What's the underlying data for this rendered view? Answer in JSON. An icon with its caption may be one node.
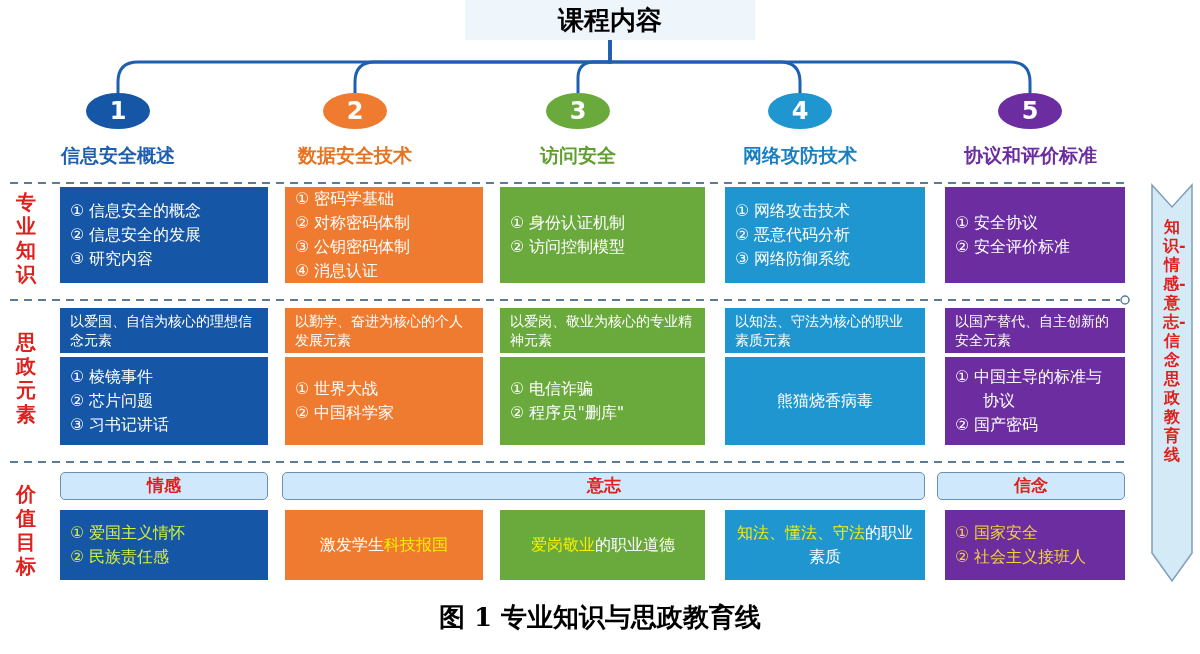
{
  "diagram": {
    "caption": "图 1 专业知识与思政教育线",
    "nodes": [
      {
        "text": [
          "课程内容"
        ]
      },
      {
        "text": [
          "1",
          "信息安全概述"
        ]
      },
      {
        "text": [
          "2",
          "数据安全技术"
        ]
      },
      {
        "text": [
          "3",
          "访问安全"
        ]
      },
      {
        "text": [
          "4",
          "网络攻防技术"
        ]
      },
      {
        "text": [
          "5",
          "协议和评价标准"
        ]
      },
      {
        "text": [
          "① 信息安全的概念",
          "② 信息安全的发展",
          "③ 研究内容"
        ]
      },
      {
        "text": [
          "① 密码学基础",
          "② 对称密码体制",
          "③ 公钥密码体制",
          "④ 消息认证"
        ]
      },
      {
        "text": [
          "① 身份认证机制",
          "② 访问控制模型"
        ]
      },
      {
        "text": [
          "① 网络攻击技术",
          "② 恶意代码分析",
          "③ 网络防御系统"
        ]
      },
      {
        "text": [
          "① 安全协议",
          "② 安全评价标准"
        ]
      },
      {
        "text": [
          "以爱国、自信为核心的理想信念元素"
        ]
      },
      {
        "text": [
          "以勤学、奋进为核心的个人发展元素"
        ]
      },
      {
        "text": [
          "以爱岗、敬业为核心的专业精神元素"
        ]
      },
      {
        "text": [
          "以知法、守法为核心的职业素质元素"
        ]
      },
      {
        "text": [
          "以国产替代、自主创新的安全元素"
        ]
      },
      {
        "text": [
          "① 棱镜事件",
          "② 芯片问题",
          "③ 习书记讲话"
        ]
      },
      {
        "text": [
          "① 世界大战",
          "② 中国科学家"
        ]
      },
      {
        "text": [
          "① 电信诈骗",
          "② 程序员\"删库\""
        ]
      },
      {
        "text": [
          "熊猫烧香病毒"
        ]
      },
      {
        "text": [
          "① 中国主导的标准与协议",
          "② 国产密码"
        ]
      },
      {
        "text": [
          "情感"
        ]
      },
      {
        "text": [
          "意志"
        ]
      },
      {
        "text": [
          "信念"
        ]
      },
      {
        "text": [
          "① 爱国主义情怀",
          "② 民族责任感"
        ]
      },
      {
        "text": [
          "激发学生**科技报国**"
        ]
      },
      {
        "text": [
          "**爱岗敬业**的职业道德"
        ]
      },
      {
        "text": [
          "**知法、懂法、守法**的职业素质"
        ]
      },
      {
        "text": [
          "① 国家安全",
          "② 社会主义接班人"
        ]
      },
      {
        "text": [
          "知识-情感-意志-信念思政教育线"
        ]
      }
    ],
    "edges": [
      {
        "from": 0,
        "to": 1,
        "arrow": "none"
      },
      {
        "from": 0,
        "to": 2,
        "arrow": "none"
      },
      {
        "from": 0,
        "to": 3,
        "arrow": "none"
      },
      {
        "from": 0,
        "to": 4,
        "arrow": "none"
      },
      {
        "from": 0,
        "to": 5,
        "arrow": "none"
      }
    ],
    "labels": [
      "专业知识",
      "思政元素",
      "价值目标"
    ]
  }
}
